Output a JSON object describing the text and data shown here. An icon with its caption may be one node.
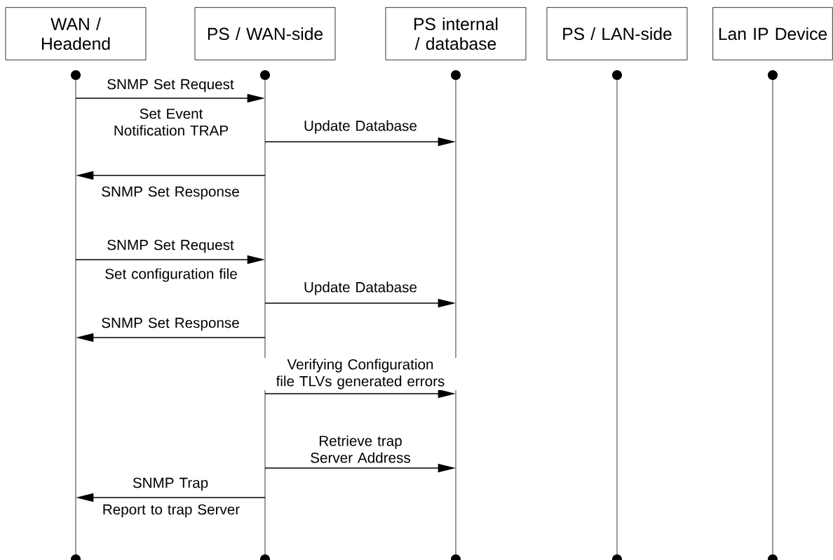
{
  "diagram": {
    "nodes": [
      {
        "text": [
          "WAN / Headend"
        ]
      },
      {
        "text": [
          "PS / WAN-side"
        ]
      },
      {
        "text": [
          "PS internal / database"
        ]
      },
      {
        "text": [
          "PS / LAN-side"
        ]
      },
      {
        "text": [
          "Lan IP Device"
        ]
      }
    ],
    "edges": [
      {
        "from": 0,
        "to": 1,
        "arrow": "to",
        "label": "SNMP Set Request"
      },
      {
        "from": 1,
        "to": 2,
        "arrow": "to",
        "label": "Update Database"
      },
      {
        "from": 1,
        "to": 0,
        "arrow": "to",
        "label": "SNMP Set Response"
      },
      {
        "from": 0,
        "to": 1,
        "arrow": "to",
        "label": "SNMP Set Request"
      },
      {
        "from": 1,
        "to": 2,
        "arrow": "to",
        "label": "Update Database"
      },
      {
        "from": 1,
        "to": 0,
        "arrow": "to",
        "label": "SNMP Set Response"
      },
      {
        "from": 1,
        "to": 2,
        "arrow": "to",
        "label": "Verifying Configuration file TLVs generated errors"
      },
      {
        "from": 1,
        "to": 2,
        "arrow": "to",
        "label": "Retrieve trap Server Address"
      },
      {
        "from": 1,
        "to": 0,
        "arrow": "to",
        "label": "SNMP Trap"
      }
    ],
    "labels": [
      "Set Event Notification TRAP",
      "Set configuration file",
      "Report to trap Server"
    ]
  }
}
